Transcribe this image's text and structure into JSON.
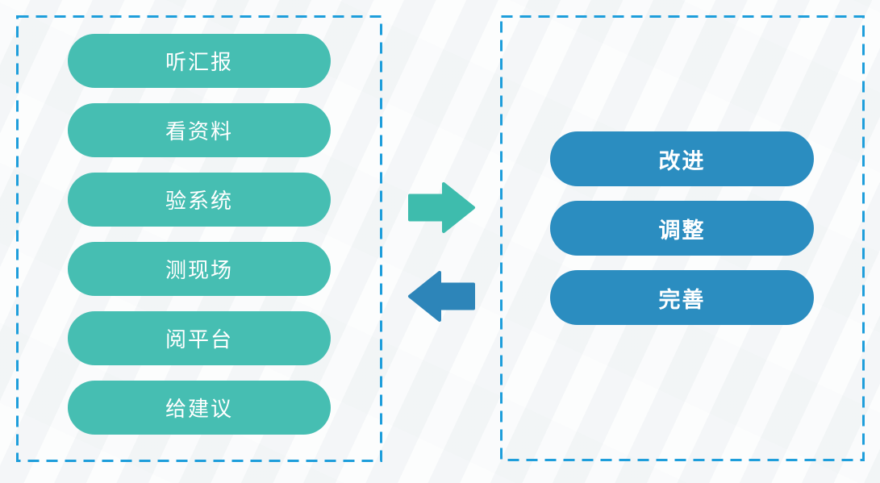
{
  "diagram": {
    "left_panel": {
      "items": [
        {
          "label": "听汇报"
        },
        {
          "label": "看资料"
        },
        {
          "label": "验系统"
        },
        {
          "label": "测现场"
        },
        {
          "label": "阅平台"
        },
        {
          "label": "给建议"
        }
      ]
    },
    "right_panel": {
      "items": [
        {
          "label": "改进"
        },
        {
          "label": "调整"
        },
        {
          "label": "完善"
        }
      ]
    },
    "arrows": [
      {
        "name": "arrow-right",
        "direction": "right",
        "color": "#3EBCAD"
      },
      {
        "name": "arrow-left",
        "direction": "left",
        "color": "#2D85B9"
      }
    ]
  },
  "colors": {
    "teal": "#46BEB2",
    "blue": "#2B8DC0",
    "arrow_teal": "#3EBCAD",
    "arrow_blue": "#2D85B9",
    "dash_border": "#1E9EDB",
    "background": "#F6F8F9",
    "pill_text": "#FFFFFF"
  }
}
